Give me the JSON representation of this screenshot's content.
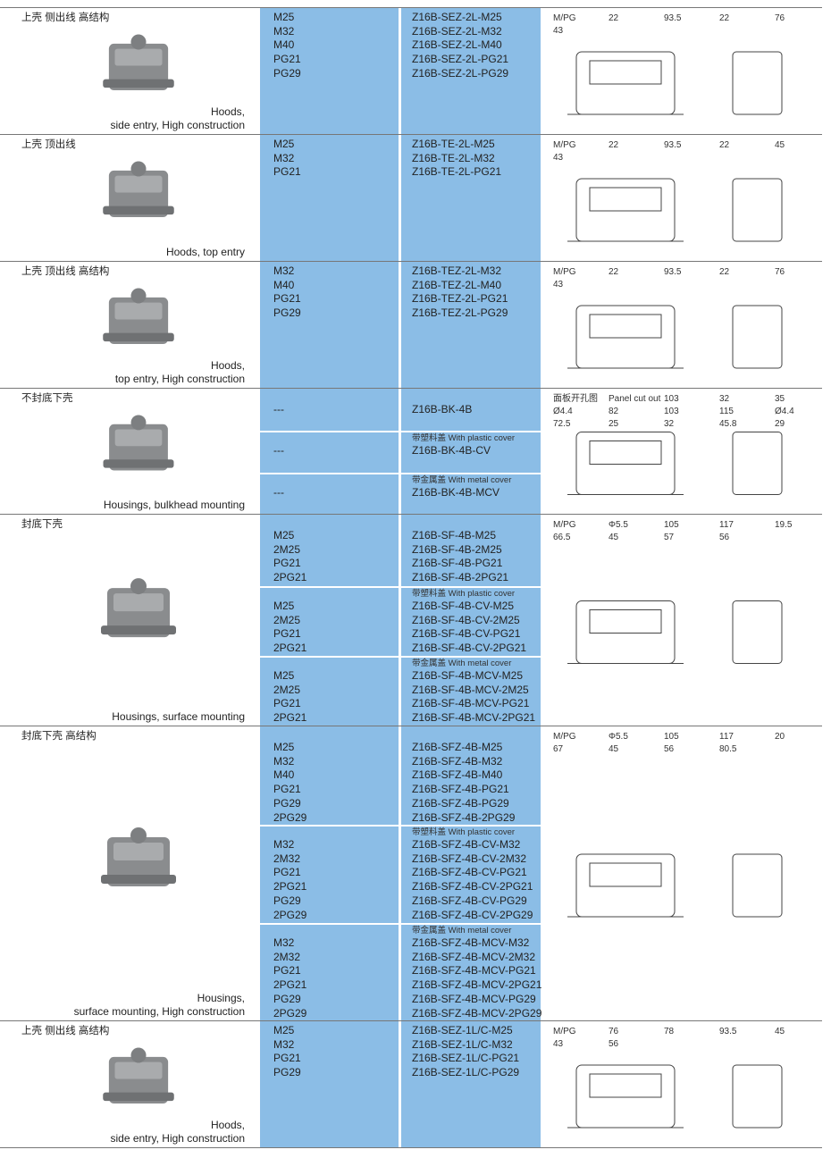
{
  "notes": {
    "plastic": "带塑料盖 With plastic cover",
    "metal": "带金属盖 With metal cover"
  },
  "rows": [
    {
      "cn": "上壳 侧出线 高结构",
      "en": [
        "Hoods,",
        "side entry, High construction"
      ],
      "subs": [
        {
          "threads": [
            "M25",
            "M32",
            "M40",
            "PG21",
            "PG29"
          ],
          "parts": [
            "Z16B-SEZ-2L-M25",
            "Z16B-SEZ-2L-M32",
            "Z16B-SEZ-2L-M40",
            "Z16B-SEZ-2L-PG21",
            "Z16B-SEZ-2L-PG29"
          ]
        }
      ],
      "dims": [
        "M/PG",
        "22",
        "93.5",
        "22",
        "76",
        "43"
      ]
    },
    {
      "cn": "上壳 顶出线",
      "en": [
        "",
        "Hoods, top entry"
      ],
      "subs": [
        {
          "threads": [
            "M25",
            "M32",
            "PG21"
          ],
          "parts": [
            "Z16B-TE-2L-M25",
            "Z16B-TE-2L-M32",
            "Z16B-TE-2L-PG21"
          ]
        }
      ],
      "dims": [
        "M/PG",
        "22",
        "93.5",
        "22",
        "45",
        "43"
      ]
    },
    {
      "cn": "上壳 顶出线 高结构",
      "en": [
        "Hoods,",
        "top entry, High construction"
      ],
      "subs": [
        {
          "threads": [
            "M32",
            "M40",
            "PG21",
            "PG29"
          ],
          "parts": [
            "Z16B-TEZ-2L-M32",
            "Z16B-TEZ-2L-M40",
            "Z16B-TEZ-2L-PG21",
            "Z16B-TEZ-2L-PG29"
          ]
        }
      ],
      "dims": [
        "M/PG",
        "22",
        "93.5",
        "22",
        "76",
        "43"
      ]
    },
    {
      "cn": "不封底下壳",
      "en": [
        "",
        "Housings, bulkhead mounting"
      ],
      "subs": [
        {
          "threads": [
            "---"
          ],
          "parts": [
            "Z16B-BK-4B"
          ]
        },
        {
          "note": "plastic",
          "threads": [
            "---"
          ],
          "parts": [
            "Z16B-BK-4B-CV"
          ]
        },
        {
          "note": "metal",
          "threads": [
            "---"
          ],
          "parts": [
            "Z16B-BK-4B-MCV"
          ]
        }
      ],
      "dims": [
        "面板开孔图",
        "Panel cut out",
        "103",
        "32",
        "35",
        "Ø4.4",
        "82",
        "103",
        "115",
        "Ø4.4",
        "72.5",
        "25",
        "32",
        "45.8",
        "29"
      ]
    },
    {
      "cn": "封底下壳",
      "en": [
        "",
        "Housings, surface mounting"
      ],
      "subs": [
        {
          "threads": [
            "M25",
            "2M25",
            "PG21",
            "2PG21"
          ],
          "parts": [
            "Z16B-SF-4B-M25",
            "Z16B-SF-4B-2M25",
            "Z16B-SF-4B-PG21",
            "Z16B-SF-4B-2PG21"
          ]
        },
        {
          "note": "plastic",
          "threads": [
            "M25",
            "2M25",
            "PG21",
            "2PG21"
          ],
          "parts": [
            "Z16B-SF-4B-CV-M25",
            "Z16B-SF-4B-CV-2M25",
            "Z16B-SF-4B-CV-PG21",
            "Z16B-SF-4B-CV-2PG21"
          ]
        },
        {
          "note": "metal",
          "threads": [
            "M25",
            "2M25",
            "PG21",
            "2PG21"
          ],
          "parts": [
            "Z16B-SF-4B-MCV-M25",
            "Z16B-SF-4B-MCV-2M25",
            "Z16B-SF-4B-MCV-PG21",
            "Z16B-SF-4B-MCV-2PG21"
          ]
        }
      ],
      "dims": [
        "M/PG",
        "Φ5.5",
        "105",
        "117",
        "19.5",
        "66.5",
        "45",
        "57",
        "56"
      ]
    },
    {
      "cn": "封底下壳 高结构",
      "en": [
        "Housings,",
        "surface mounting, High construction"
      ],
      "subs": [
        {
          "threads": [
            "M25",
            "M32",
            "M40",
            "PG21",
            "PG29",
            "2PG29"
          ],
          "parts": [
            "Z16B-SFZ-4B-M25",
            "Z16B-SFZ-4B-M32",
            "Z16B-SFZ-4B-M40",
            "Z16B-SFZ-4B-PG21",
            "Z16B-SFZ-4B-PG29",
            "Z16B-SFZ-4B-2PG29"
          ]
        },
        {
          "note": "plastic",
          "threads": [
            "M32",
            "2M32",
            "PG21",
            "2PG21",
            "PG29",
            "2PG29"
          ],
          "parts": [
            "Z16B-SFZ-4B-CV-M32",
            "Z16B-SFZ-4B-CV-2M32",
            "Z16B-SFZ-4B-CV-PG21",
            "Z16B-SFZ-4B-CV-2PG21",
            "Z16B-SFZ-4B-CV-PG29",
            "Z16B-SFZ-4B-CV-2PG29"
          ]
        },
        {
          "note": "metal",
          "threads": [
            "M32",
            "2M32",
            "PG21",
            "2PG21",
            "PG29",
            "2PG29"
          ],
          "parts": [
            "Z16B-SFZ-4B-MCV-M32",
            "Z16B-SFZ-4B-MCV-2M32",
            "Z16B-SFZ-4B-MCV-PG21",
            "Z16B-SFZ-4B-MCV-2PG21",
            "Z16B-SFZ-4B-MCV-PG29",
            "Z16B-SFZ-4B-MCV-2PG29"
          ]
        }
      ],
      "dims": [
        "M/PG",
        "Φ5.5",
        "105",
        "117",
        "20",
        "67",
        "45",
        "56",
        "80.5"
      ]
    },
    {
      "cn": "上壳 侧出线 高结构",
      "en": [
        "Hoods,",
        "side entry, High construction"
      ],
      "subs": [
        {
          "threads": [
            "M25",
            "M32",
            "PG21",
            "PG29"
          ],
          "parts": [
            "Z16B-SEZ-1L/C-M25",
            "Z16B-SEZ-1L/C-M32",
            "Z16B-SEZ-1L/C-PG21",
            "Z16B-SEZ-1L/C-PG29"
          ]
        }
      ],
      "dims": [
        "M/PG",
        "76",
        "78",
        "93.5",
        "45",
        "43",
        "56"
      ]
    }
  ]
}
